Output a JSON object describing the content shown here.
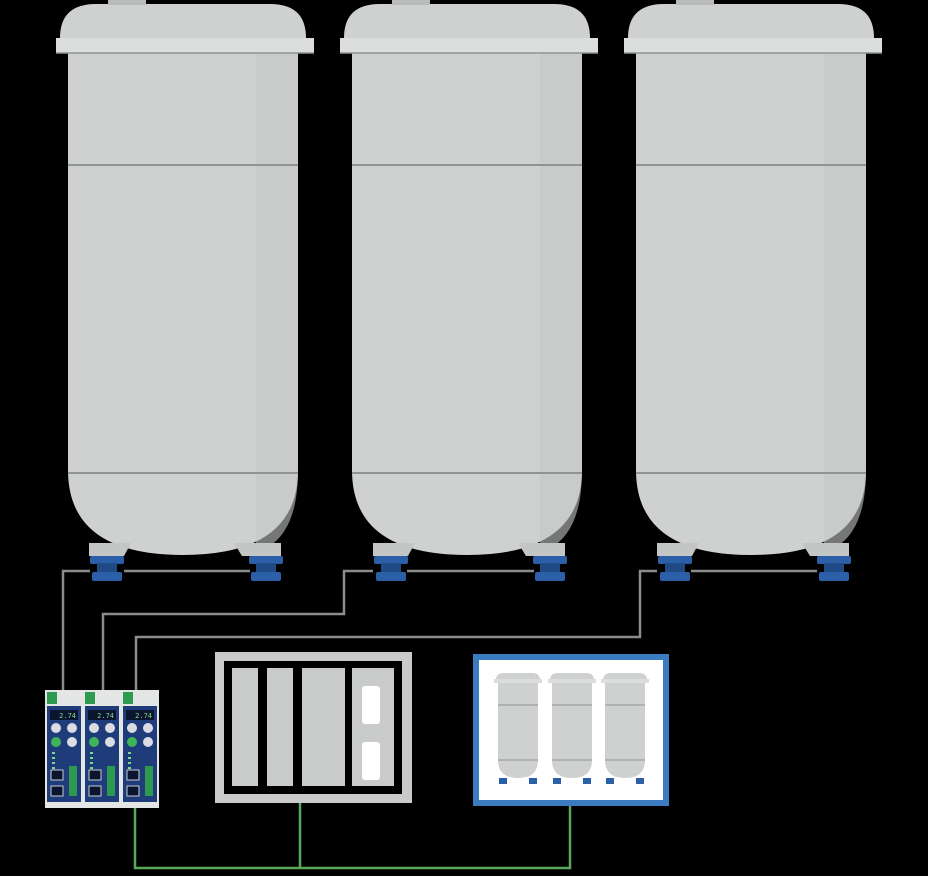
{
  "diagram": {
    "background_color": "#000000",
    "tank_color": "#cfd1d0",
    "tank_shade": "#c3c6c5",
    "tank_rim_color": "#dcdedd",
    "tank_line_color": "#8f9392",
    "load_cell_color": "#2b5fa8",
    "sensor_cable_color": "#8a8d8c",
    "network_cable_color": "#5ca85a",
    "hmi_frame_color": "#3b7bbf",
    "plc_frame_color": "#c9cbca",
    "tanks": [
      {
        "id": "tank-1",
        "load_cells": 2
      },
      {
        "id": "tank-2",
        "load_cells": 2
      },
      {
        "id": "tank-3",
        "load_cells": 2
      }
    ],
    "weight_transmitters": [
      {
        "id": "transmitter-1",
        "connected_tank": "tank-1",
        "display_value": "2.74"
      },
      {
        "id": "transmitter-2",
        "connected_tank": "tank-2",
        "display_value": "2.74"
      },
      {
        "id": "transmitter-3",
        "connected_tank": "tank-3",
        "display_value": "2.74"
      }
    ],
    "plc": {
      "id": "plc-rack",
      "slots": 4
    },
    "hmi": {
      "id": "hmi-screen",
      "tanks_shown": 3
    }
  }
}
